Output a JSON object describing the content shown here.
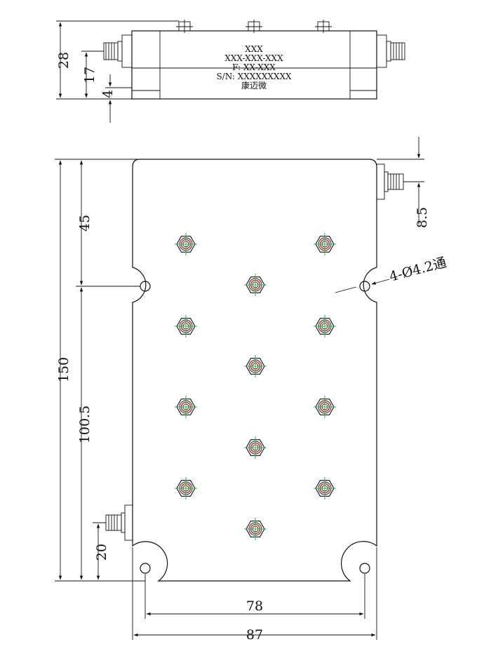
{
  "side_view": {
    "marking": [
      "XXX",
      "XXX-XXX-XXX",
      "F: XX-XXX",
      "S/N: XXXXXXXXX",
      "康迈微"
    ],
    "dim_28": "28",
    "dim_17": "17",
    "dim_4": "4"
  },
  "top_view": {
    "dim_150": "150",
    "dim_45": "45",
    "dim_100_5": "100.5",
    "dim_20": "20",
    "dim_8_5": "8.5",
    "dim_78": "78",
    "dim_87": "87",
    "hole_note": "4-Ø4.2通"
  }
}
